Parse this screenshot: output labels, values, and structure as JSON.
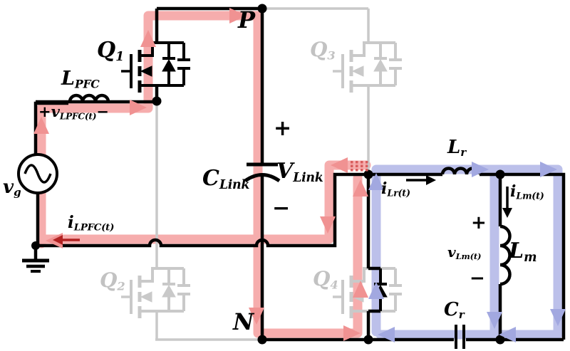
{
  "colors": {
    "pfc_band": "#f6adad",
    "pfc_arrow": "#f09292",
    "pfc_dot": "#d85e5e",
    "pfc_dark_arrow": "#b22222",
    "llc_band": "#bcc0ea",
    "llc_arrow": "#a2a8e0",
    "gray_wire": "#c9c9c9",
    "label_gray": "#c2c2c2",
    "black": "#000000"
  },
  "labels": {
    "q1": {
      "main": "Q",
      "sub": "1"
    },
    "q2": {
      "main": "Q",
      "sub": "2"
    },
    "q3": {
      "main": "Q",
      "sub": "3"
    },
    "q4": {
      "main": "Q",
      "sub": "4"
    },
    "lpfc": {
      "main": "L",
      "sub": "PFC"
    },
    "vlpfc": {
      "plus": "+",
      "main": "v",
      "sub": "LPFC(t)",
      "minus": "−"
    },
    "vg": {
      "main": "v",
      "sub": "g"
    },
    "ilpfc": {
      "main": "i",
      "sub": "LPFC(t)"
    },
    "p": "P",
    "n": "N",
    "clink": {
      "main": "C",
      "sub": "Link"
    },
    "vlink": {
      "plus": "+",
      "main": "V",
      "sub": "Link",
      "minus": "−"
    },
    "ilr": {
      "main": "i",
      "sub": "Lr(t)"
    },
    "lr": {
      "main": "L",
      "sub": "r"
    },
    "ilm": {
      "main": "i",
      "sub": "Lm(t)"
    },
    "vlm": {
      "plus": "+",
      "main": "v",
      "sub": "Lm(t)",
      "minus": "−"
    },
    "lm": {
      "main": "L",
      "sub": "m"
    },
    "cr": {
      "main": "C",
      "sub": "r"
    }
  }
}
